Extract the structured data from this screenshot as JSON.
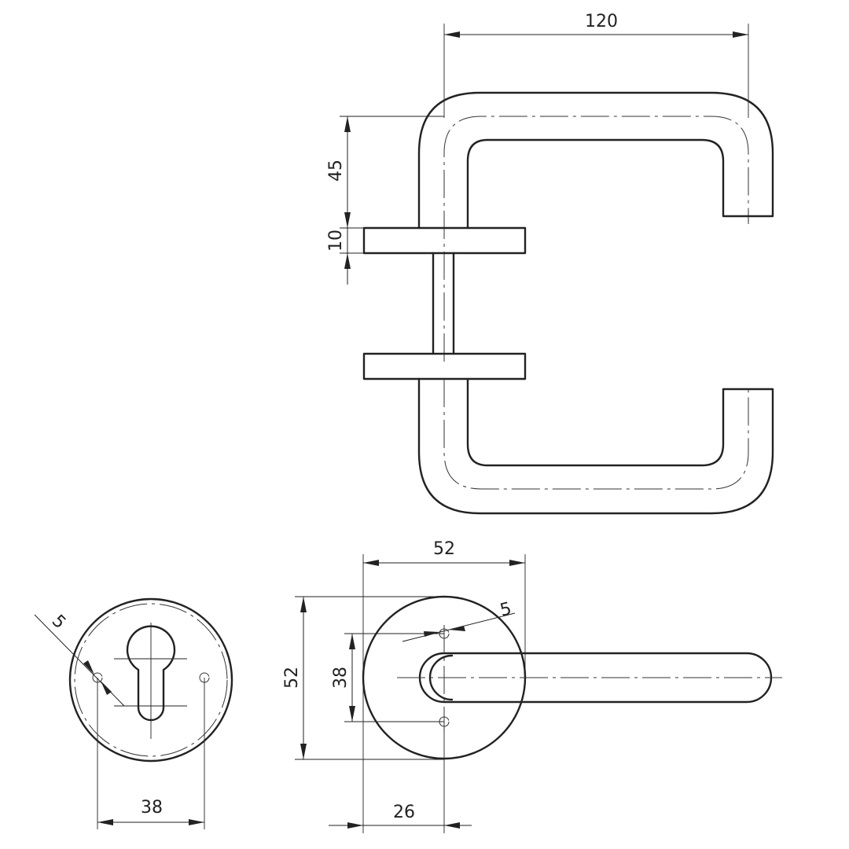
{
  "dimensions": {
    "handle_projection": "120",
    "handle_height": "45",
    "rose_thickness": "10",
    "rose_diameter": "52",
    "rose_fixing_circle": "38",
    "handle_offset": "26",
    "screw_hole_top": "5",
    "escutcheon_fixing_circle": "38",
    "escutcheon_screw_hole": "5"
  },
  "colors": {
    "line": "#222222",
    "background": "#ffffff"
  }
}
